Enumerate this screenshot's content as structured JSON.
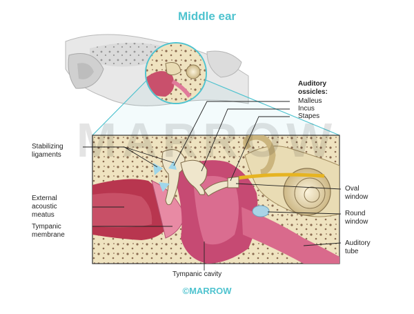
{
  "title": "Middle ear",
  "watermark": "MARROW",
  "footer": "©MARROW",
  "colors": {
    "accent": "#4fc3cf",
    "bone": "#efe3c0",
    "soft_tissue": "#c9506c",
    "cavity": "#e07a9a",
    "inner_ear": "#e9dcb4",
    "round_window": "#a9d3e6"
  },
  "labels": {
    "auditory_ossicles": "Auditory\nossicles:",
    "malleus": "Malleus",
    "incus": "Incus",
    "stapes": "Stapes",
    "stabilizing_ligaments": "Stabilizing\nligaments",
    "external_acoustic_meatus": "External\nacoustic\nmeatus",
    "tympanic_membrane": "Tympanic\nmembrane",
    "oval_window": "Oval\nwindow",
    "round_window": "Round\nwindow",
    "auditory_tube": "Auditory\ntube",
    "tympanic_cavity": "Tympanic cavity"
  }
}
